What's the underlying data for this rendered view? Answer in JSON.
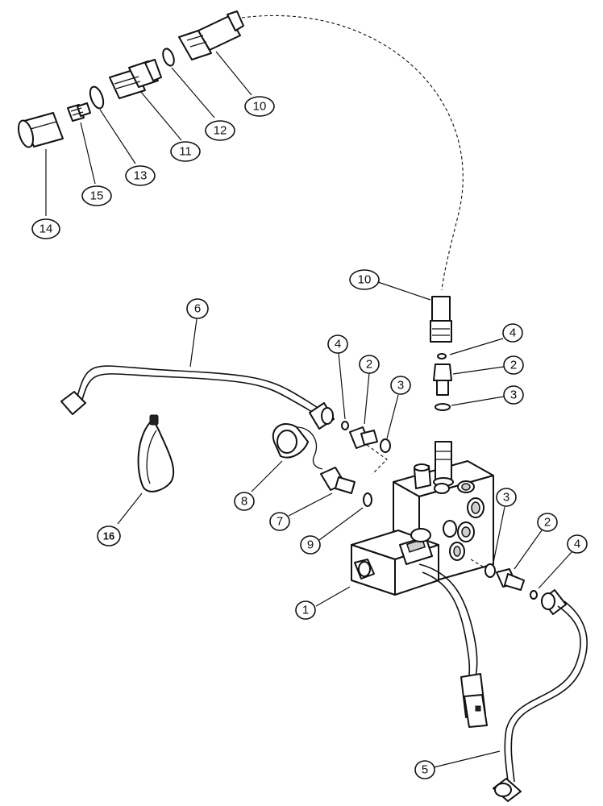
{
  "callouts": {
    "c14": "14",
    "c15": "15",
    "c13": "13",
    "c11": "11",
    "c12": "12",
    "c10_top": "10",
    "c10_mid": "10",
    "c6": "6",
    "c4_left": "4",
    "c2_left": "2",
    "c3_left": "3",
    "c4_top": "4",
    "c2_top": "2",
    "c3_top": "3",
    "c8": "8",
    "c7": "7",
    "c9": "9",
    "c16": "16",
    "c1": "1",
    "c3_right": "3",
    "c2_right": "2",
    "c4_right": "4",
    "c5": "5"
  }
}
